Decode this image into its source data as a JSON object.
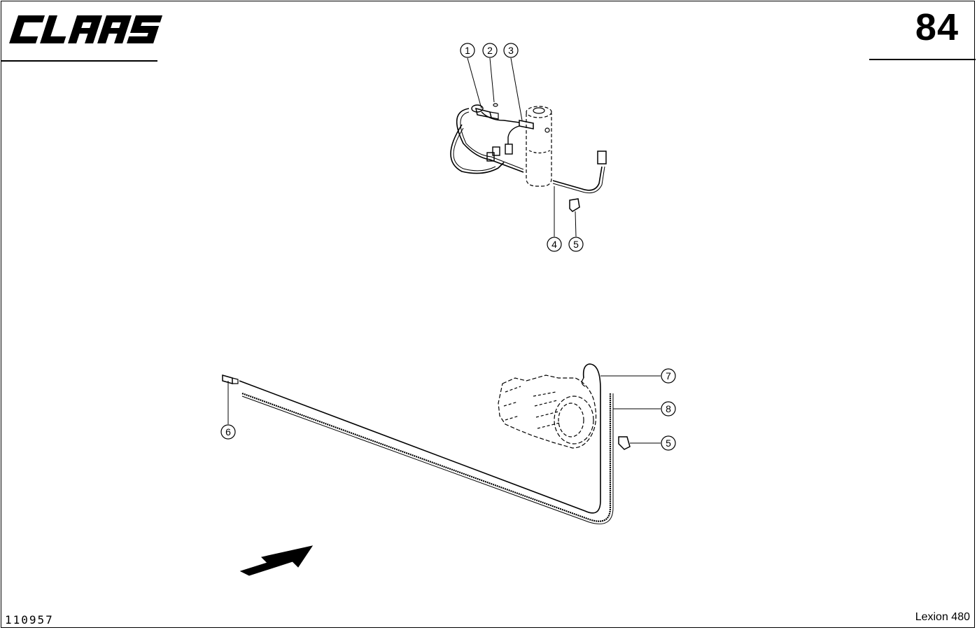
{
  "header": {
    "brand": "CLAAS",
    "page_number": "84"
  },
  "footer": {
    "drawing_id": "110957",
    "model": "Lexion 480"
  },
  "callouts": [
    {
      "label": "1"
    },
    {
      "label": "2"
    },
    {
      "label": "3"
    },
    {
      "label": "4"
    },
    {
      "label": "5"
    },
    {
      "label": "6"
    },
    {
      "label": "7"
    },
    {
      "label": "8"
    },
    {
      "label": "5"
    }
  ],
  "colors": {
    "ink": "#000000",
    "paper": "#ffffff"
  }
}
